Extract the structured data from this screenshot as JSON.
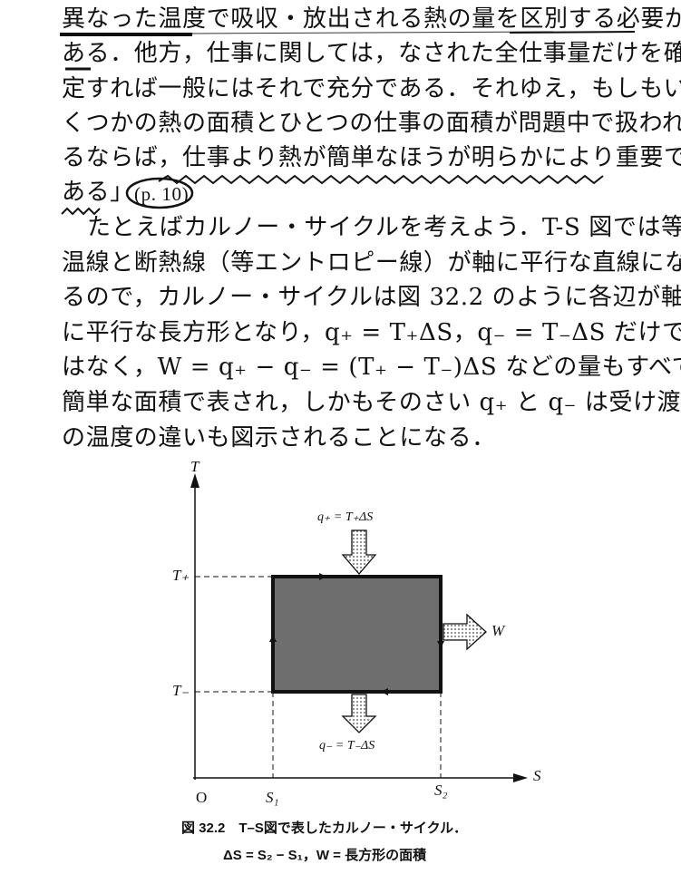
{
  "paragraph_quote": [
    "異なった温度で吸収・放出される熱の量を区別する必要が",
    "ある．他方，仕事に関しては，なされた全仕事量だけを確",
    "定すれば一般にはそれで充分である．それゆえ，もしもい",
    "くつかの熱の面積とひとつの仕事の面積が問題中で扱われ",
    "るならば，仕事より熱が簡単なほうが明らかにより重要で",
    "ある」"
  ],
  "page_ref": "(p. 10)",
  "paragraph_main": [
    "たとえばカルノー・サイクルを考えよう．T-S 図では等",
    "温線と断熱線（等エントロピー線）が軸に平行な直線にな",
    "るので，カルノー・サイクルは図 32.2 のように各辺が軸",
    "に平行な長方形となり，q₊ = T₊ΔS，q₋ = T₋ΔS だけで",
    "はなく，W = q₊ − q₋ = (T₊ − T₋)ΔS などの量もすべて",
    "簡単な面積で表され，しかもそのさい q₊ と q₋ は受け渡し",
    "の温度の違いも図示されることになる．"
  ],
  "figure": {
    "axis_t": "T",
    "axis_s": "S",
    "origin": "O",
    "t_plus": "T₊",
    "t_minus": "T₋",
    "s1": "S₁",
    "s2": "S₂",
    "q_plus": "q₊ = T₊ΔS",
    "q_minus": "q₋ = T₋ΔS",
    "work": "W",
    "caption_line1": "図 32.2　T–S図で表したカルノー・サイクル．",
    "caption_line2": "ΔS = S₂ − S₁，W = 長方形の面積"
  }
}
